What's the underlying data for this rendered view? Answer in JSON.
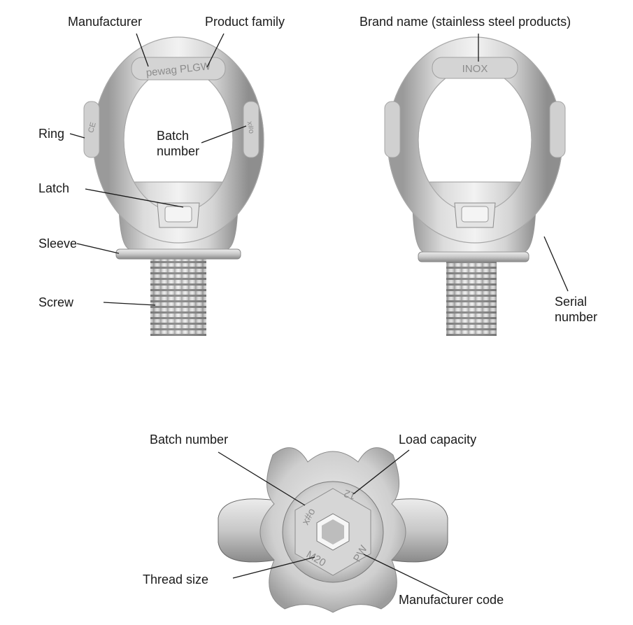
{
  "labels": {
    "manufacturer": "Manufacturer",
    "product_family": "Product family",
    "brand_name": "Brand name (stainless steel products)",
    "ring": "Ring",
    "batch_number_left": "Batch number",
    "latch": "Latch",
    "sleeve": "Sleeve",
    "screw": "Screw",
    "serial_number": "Serial number",
    "batch_number_bottom": "Batch number",
    "load_capacity": "Load capacity",
    "thread_size": "Thread size",
    "manufacturer_code": "Manufacturer code"
  },
  "engravings": {
    "left_ring_top": "pewag PLGW",
    "left_ring_ce": "CE",
    "left_ring_batch": "x#o",
    "right_ring_top": "INOX",
    "bottom_batch": "x#o",
    "bottom_capacity": "12",
    "bottom_thread": "M20",
    "bottom_code": "PW"
  }
}
